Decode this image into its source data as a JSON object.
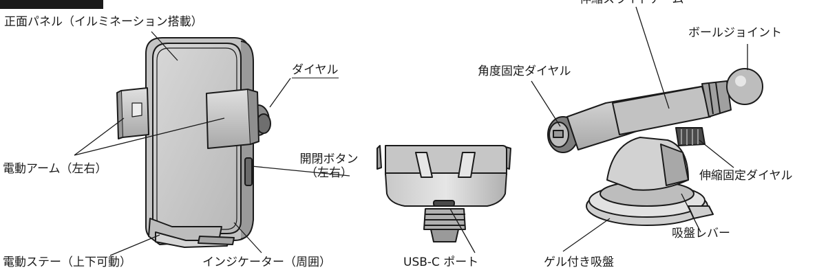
{
  "labels": {
    "front_panel": "正面パネル（イルミネーション搭載）",
    "dial": "ダイヤル",
    "electric_arm": "電動アーム（左右）",
    "open_close_button_line1": "開閉ボタン",
    "open_close_button_line2": "（左右）",
    "electric_stay": "電動ステー（上下可動）",
    "indicator": "インジケーター（周囲）",
    "usb_port": "USB-C ポート",
    "angle_dial": "角度固定ダイヤル",
    "telescopic_arm": "伸縮スライドアーム",
    "ball_joint": "ボールジョイント",
    "telescopic_dial": "伸縮固定ダイヤル",
    "suction_lever": "吸盤レバー",
    "gel_suction": "ゲル付き吸盤"
  },
  "colors": {
    "stroke": "#1a1a1a",
    "body_light": "#d9d9d9",
    "body_mid": "#bdbdbd",
    "body_dark": "#8c8c8c",
    "panel": "#cfcfcf"
  }
}
